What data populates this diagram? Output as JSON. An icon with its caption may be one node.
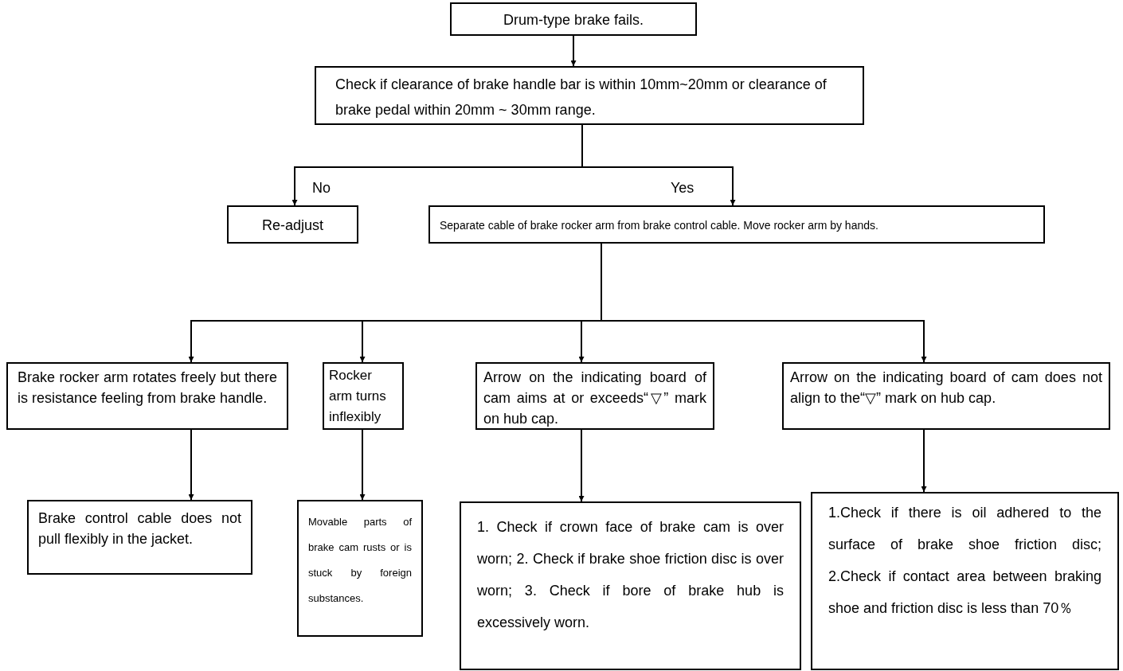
{
  "diagram": {
    "nodes": [
      {
        "text": [
          "Drum-type brake fails."
        ]
      },
      {
        "text": [
          "Check if clearance of brake handle bar is within 10mm~20mm or clearance of brake pedal within 20mm ~ 30mm range."
        ]
      },
      {
        "text": [
          "Re-adjust"
        ]
      },
      {
        "text": [
          "Separate cable of brake rocker arm from brake control cable. Move rocker arm by hands."
        ]
      },
      {
        "text": [
          "Brake rocker arm rotates freely but there is resistance feeling from brake handle."
        ]
      },
      {
        "text": [
          "Rocker arm turns inflexibly"
        ]
      },
      {
        "text": [
          "Arrow on the indicating board of cam aims at or exceeds“▽” mark on hub cap."
        ]
      },
      {
        "text": [
          "Arrow on the indicating board of cam does not align to the“▽” mark on hub cap."
        ]
      },
      {
        "text": [
          "Brake control cable does not pull flexibly in the jacket."
        ]
      },
      {
        "text": [
          "Movable parts of brake cam rusts or is stuck by foreign substances."
        ]
      },
      {
        "text": [
          "1. Check if crown face of brake cam is over worn; 2. Check if brake shoe friction disc is over worn; 3. Check if bore of brake hub is excessively worn."
        ]
      },
      {
        "text": [
          "1.Check if there is oil adhered to the surface of brake shoe friction disc; 2.Check if contact area between braking shoe and friction disc   is less than 70％"
        ]
      }
    ],
    "edges": [
      {
        "from": 0,
        "to": 1,
        "arrow": "to"
      },
      {
        "from": 1,
        "to": 2,
        "arrow": "to",
        "label": "No"
      },
      {
        "from": 1,
        "to": 3,
        "arrow": "to",
        "label": "Yes"
      },
      {
        "from": 3,
        "to": 4,
        "arrow": "to"
      },
      {
        "from": 3,
        "to": 5,
        "arrow": "to"
      },
      {
        "from": 3,
        "to": 6,
        "arrow": "to"
      },
      {
        "from": 3,
        "to": 7,
        "arrow": "to"
      },
      {
        "from": 4,
        "to": 8,
        "arrow": "to"
      },
      {
        "from": 5,
        "to": 9,
        "arrow": "to"
      },
      {
        "from": 6,
        "to": 10,
        "arrow": "to"
      },
      {
        "from": 7,
        "to": 11,
        "arrow": "to"
      }
    ]
  }
}
